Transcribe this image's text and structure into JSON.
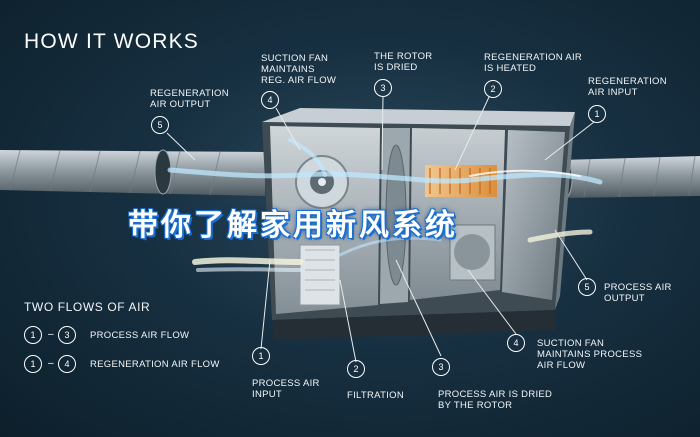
{
  "title": "HOW IT WORKS",
  "overlay_text": "带你了解家用新风系统",
  "labels": {
    "regen_output": "REGENERATION\nAIR OUTPUT",
    "suction_regen": "SUCTION FAN\nMAINTAINS\nREG. AIR FLOW",
    "rotor_dried": "THE ROTOR\nIS DRIED",
    "regen_heated": "REGENERATION AIR\nIS HEATED",
    "regen_input": "REGENERATION\nAIR INPUT",
    "process_output": "PROCESS AIR\nOUTPUT",
    "suction_process": "SUCTION FAN\nMAINTAINS PROCESS\nAIR FLOW",
    "process_input": "PROCESS AIR\nINPUT",
    "filtration": "FILTRATION",
    "process_dried": "PROCESS AIR IS DRIED\nBY THE ROTOR"
  },
  "markers": {
    "regen_output": "5",
    "suction_regen": "4",
    "rotor_dried": "3",
    "regen_heated": "2",
    "regen_input": "1",
    "process_output": "5",
    "suction_process": "4",
    "process_input": "1",
    "filtration": "2",
    "process_dried": "3"
  },
  "legend": {
    "title": "TWO FLOWS OF AIR",
    "rows": [
      {
        "from": "1",
        "dash": "–",
        "to": "3",
        "label": "PROCESS AIR FLOW"
      },
      {
        "from": "1",
        "dash": "–",
        "to": "4",
        "label": "REGENERATION AIR FLOW"
      }
    ]
  },
  "colors": {
    "background": "#173041",
    "regen_air": "#bfe8ff",
    "process_air": "#f2f2dc",
    "heater": "#f0a040",
    "overlay_outline": "#1a6fd0"
  }
}
